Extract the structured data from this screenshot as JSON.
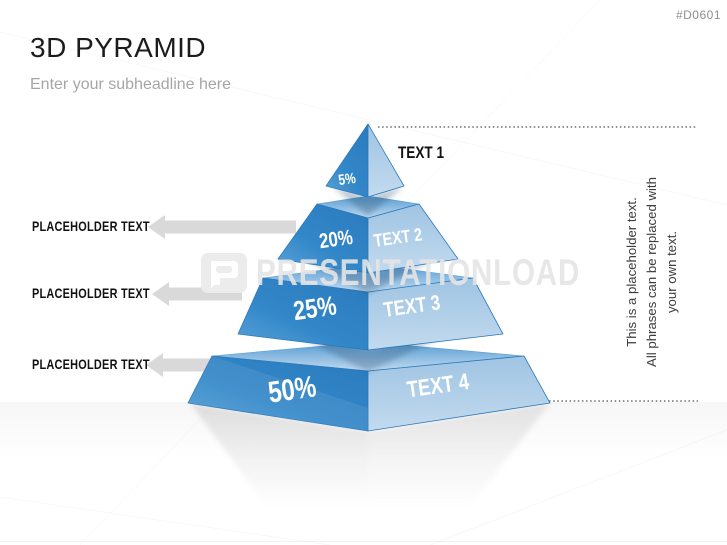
{
  "meta": {
    "product_code": "#D0601"
  },
  "header": {
    "title": "3D PYRAMID",
    "subtitle": "Enter your subheadline here"
  },
  "pyramid": {
    "type": "pyramid",
    "levels": [
      {
        "percent": "5%",
        "label": "TEXT 1"
      },
      {
        "percent": "20%",
        "label": "TEXT 2"
      },
      {
        "percent": "25%",
        "label": "TEXT 3"
      },
      {
        "percent": "50%",
        "label": "TEXT 4"
      }
    ]
  },
  "callouts": {
    "left": [
      {
        "label": "PLACEHOLDER TEXT"
      },
      {
        "label": "PLACEHOLDER TEXT"
      },
      {
        "label": "PLACEHOLDER TEXT"
      }
    ]
  },
  "side_note": {
    "line1": "This is a placeholder text.",
    "line2": "All phrases can be replaced with",
    "line3": "your own text."
  },
  "watermark": {
    "brand": "PRESENTATIONLOAD"
  },
  "colors": {
    "face_left": "#3287c8",
    "face_right": "#b3d2ec",
    "edge": "#2a79bb",
    "arrow": "#d9d9d9"
  }
}
